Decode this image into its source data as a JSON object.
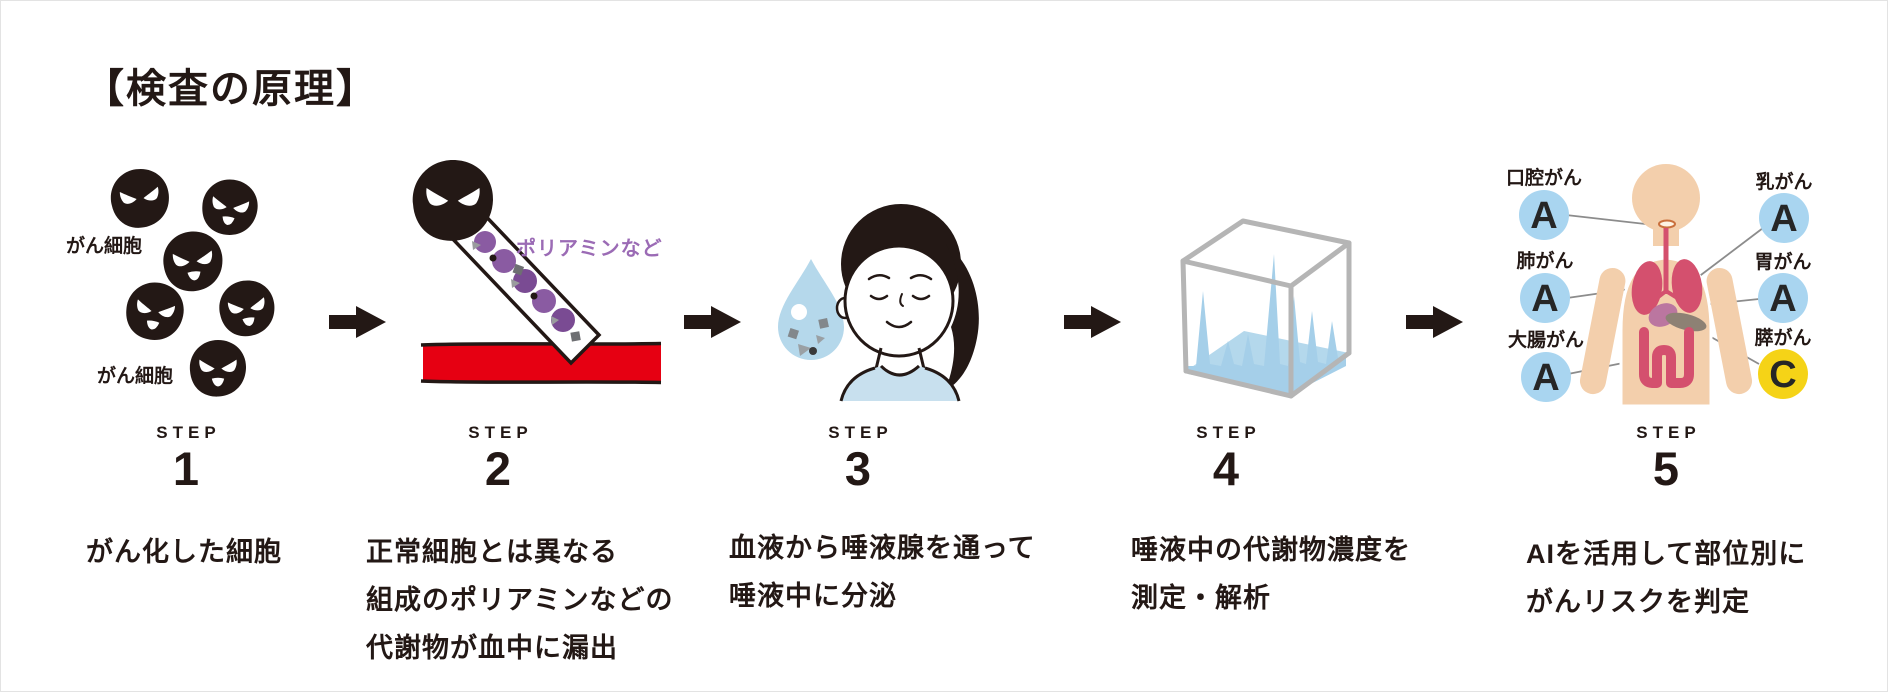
{
  "title": "【検査の原理】",
  "steps": [
    {
      "label": "STEP",
      "number": "1",
      "icon": "cancer-cells-icon",
      "annotations": [
        "がん細胞",
        "がん細胞"
      ],
      "caption_lines": [
        "がん化した細胞"
      ]
    },
    {
      "label": "STEP",
      "number": "2",
      "icon": "metabolite-leak-blood-vessel-icon",
      "annotations": [
        "ポリアミンなど"
      ],
      "caption_lines": [
        "正常細胞とは異なる",
        "組成のポリアミンなどの",
        "代謝物が血中に漏出"
      ]
    },
    {
      "label": "STEP",
      "number": "3",
      "icon": "saliva-drop-person-icon",
      "caption_lines": [
        "血液から唾液腺を通って",
        "唾液中に分泌"
      ]
    },
    {
      "label": "STEP",
      "number": "4",
      "icon": "analysis-cube-chromatogram-icon",
      "caption_lines": [
        "唾液中の代謝物濃度を",
        "測定・解析"
      ]
    },
    {
      "label": "STEP",
      "number": "5",
      "icon": "body-cancer-risk-map-icon",
      "caption_lines": [
        "AIを活用して部位別に",
        "がんリスクを判定"
      ],
      "risk": {
        "left": [
          {
            "organ": "口腔がん",
            "grade": "A"
          },
          {
            "organ": "肺がん",
            "grade": "A"
          },
          {
            "organ": "大腸がん",
            "grade": "A"
          }
        ],
        "right": [
          {
            "organ": "乳がん",
            "grade": "A"
          },
          {
            "organ": "胃がん",
            "grade": "A"
          },
          {
            "organ": "膵がん",
            "grade": "C"
          }
        ]
      }
    }
  ],
  "colors": {
    "ink": "#231815",
    "blood_red": "#e60012",
    "polyamine_purple": "#8a5ba2",
    "annotation_purple": "#9b6bb5",
    "droplet_blue": "#b5d8eb",
    "shirt_blue": "#c8e0ee",
    "risk_circle_blue": "#a9d5f0",
    "risk_circle_yellow": "#f5d317",
    "skin": "#f3cfac",
    "organ_pink": "#d4506e",
    "stomach_purple": "#bb76a0",
    "pancreas_gray": "#8d8174",
    "frame_gray": "#b5b5b5"
  }
}
